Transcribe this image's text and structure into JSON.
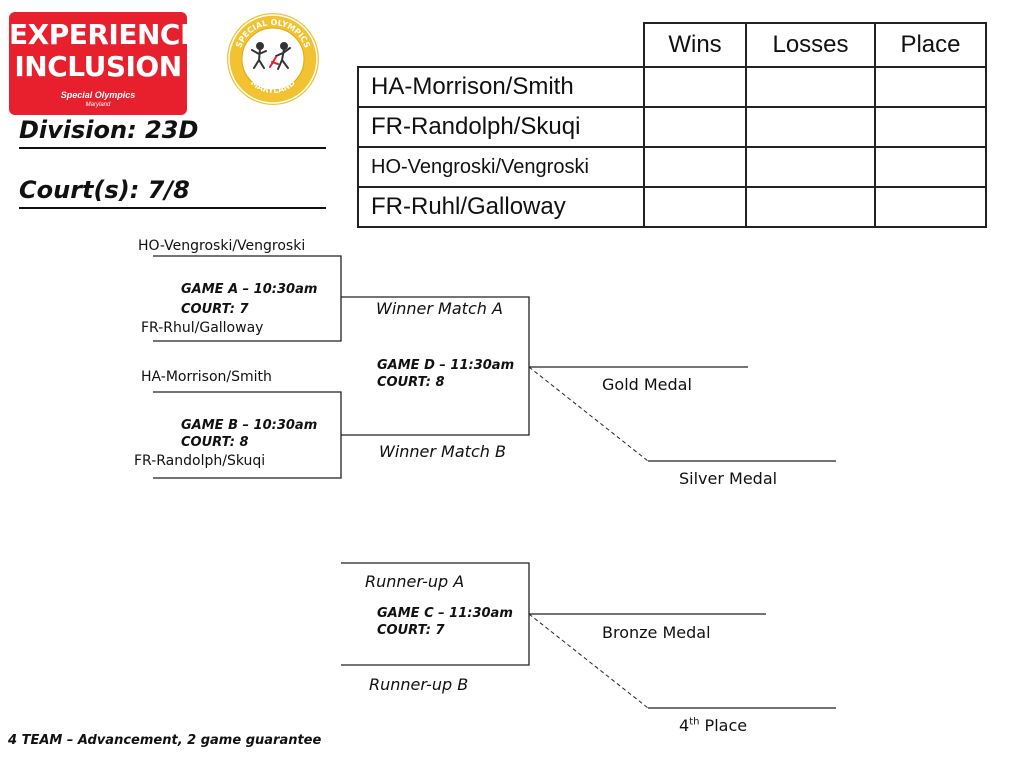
{
  "logo": {
    "line1": "EXPERIENCE",
    "line2": "INCLUSION",
    "subtitle": "Special Olympics",
    "subtitle2": "Maryland",
    "brand_color": "#e8202e"
  },
  "seal": {
    "top_text": "SPECIAL OLYMPICS",
    "bottom_text": "MARYLAND",
    "color": "#f2c230"
  },
  "division": "Division: 23D",
  "courts": "Court(s): 7/8",
  "standings": {
    "columns": [
      "Wins",
      "Losses",
      "Place"
    ],
    "teams": [
      "HA-Morrison/Smith",
      "FR-Randolph/Skuqi",
      "HO-Vengroski/Vengroski",
      "FR-Ruhl/Galloway"
    ]
  },
  "bracket": {
    "game_a": {
      "team_top": "HO-Vengroski/Vengroski",
      "title": "GAME A – 10:30am",
      "court": "COURT: 7",
      "team_bottom": "FR-Rhul/Galloway"
    },
    "game_b": {
      "team_top": "HA-Morrison/Smith",
      "title": "GAME B – 10:30am",
      "court": "COURT: 8",
      "team_bottom": "FR-Randolph/Skuqi"
    },
    "game_d": {
      "slot_top": "Winner Match A",
      "title": "GAME D – 11:30am",
      "court": "COURT: 8",
      "slot_bottom": "Winner Match B",
      "winner": "Gold Medal",
      "loser": "Silver Medal"
    },
    "game_c": {
      "slot_top": "Runner-up A",
      "title": "GAME C – 11:30am",
      "court": "COURT: 7",
      "slot_bottom": "Runner-up B",
      "winner": "Bronze Medal",
      "loser_num": "4",
      "loser_sup": "th",
      "loser_text": "Place"
    }
  },
  "footer": "4 TEAM – Advancement, 2 game guarantee"
}
